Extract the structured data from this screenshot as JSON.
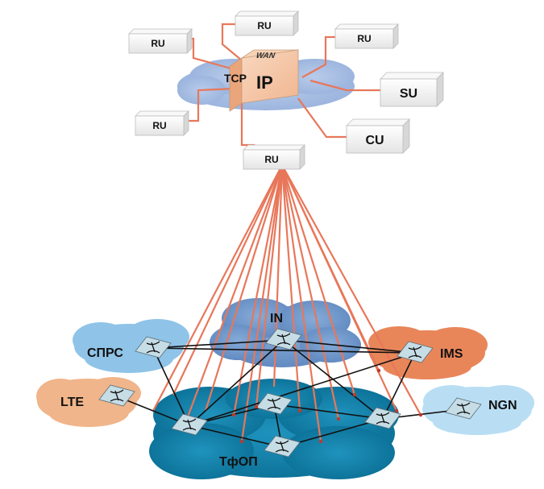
{
  "diagram": {
    "central_node": {
      "label": "IP",
      "side_label_front": "TCP",
      "side_label_top": "WAN"
    },
    "ru_label": "RU",
    "su_label": "SU",
    "cu_label": "CU",
    "networks": {
      "sprs": "СПРС",
      "in": "IN",
      "ims": "IMS",
      "lte": "LTE",
      "ngn": "NGN",
      "tfop": "ТфОП"
    },
    "colors": {
      "link_orange": "#e8775a",
      "core_blue": "#0e7fa8",
      "light_blue": "#8fc4e8",
      "ims_orange": "#e8865a",
      "lte_peach": "#f0b58a",
      "ngn_lightblue": "#b9def4",
      "in_blue": "#6f98c9",
      "top_cloud": "#a9bfe3",
      "switch_fill": "#c6dde6",
      "box_fill": "#f3f3f3",
      "ip_cube": "#f5c8a8"
    }
  }
}
